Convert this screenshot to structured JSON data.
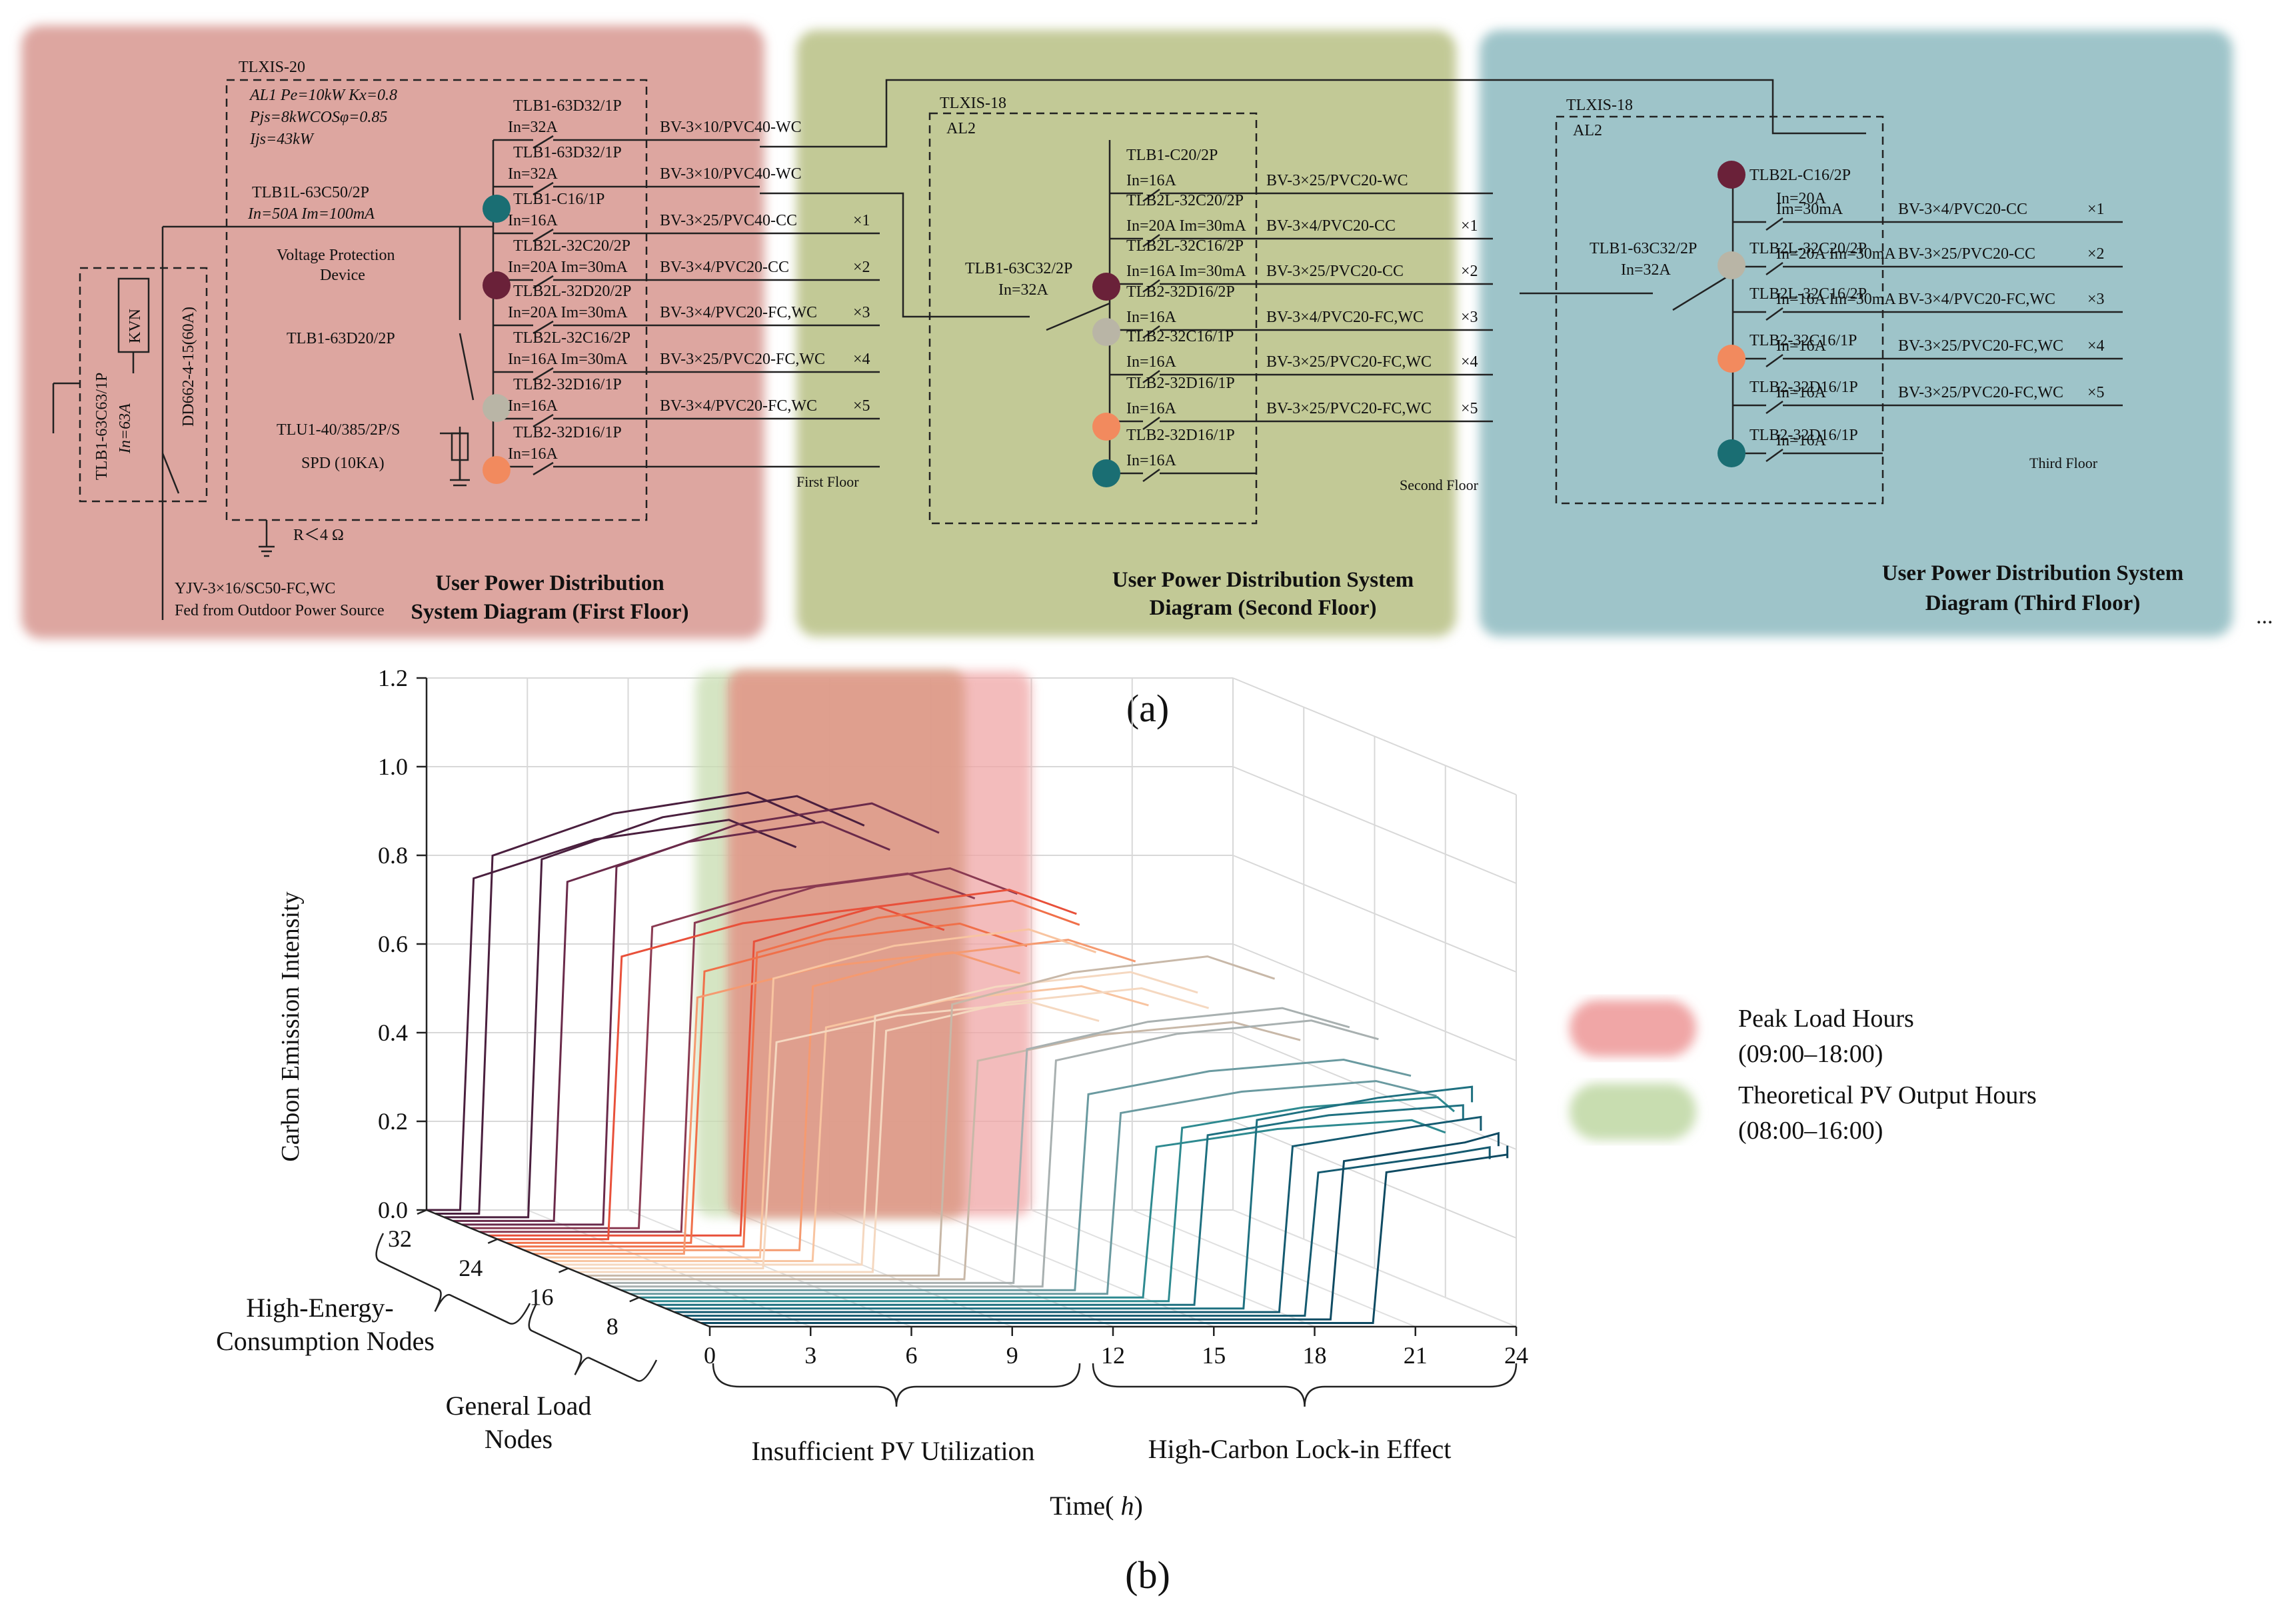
{
  "panel_a": {
    "label": "(a)",
    "ellipsis": "...",
    "colors": {
      "floor1": "#dda6a0",
      "floor2": "#c2c996",
      "floor3": "#9ec4c9"
    },
    "floor1": {
      "box_title": "TLXIS-20",
      "params": [
        "AL1 Pe=10kW Kx=0.8",
        "Pjs=8kWCOSφ=0.85",
        "Ijs=43kW"
      ],
      "main_breaker": "TLB1L-63C50/2P",
      "main_breaker_rating": "In=50A Im=100mA",
      "vpd": [
        "Voltage Protection",
        "Device"
      ],
      "isolator": [
        "TLB1-63C63/1P",
        "In=63A"
      ],
      "kvn": "KVN",
      "dd": "DD662-4-15(60A)",
      "b2063": "TLB1-63D20/2P",
      "spd_model": "TLU1-40/385/2P/S",
      "spd": "SPD (10KA)",
      "ground": "R＜4 Ω",
      "feed": [
        "YJV-3×16/SC50-FC,WC",
        "Fed from Outdoor Power Source"
      ],
      "circuits": [
        {
          "model": "TLB1-63D32/1P",
          "rating": "In=32A",
          "cable": "BV-3×10/PVC40-WC",
          "count": ""
        },
        {
          "model": "TLB1-63D32/1P",
          "rating": "In=32A",
          "cable": "BV-3×10/PVC40-WC",
          "count": ""
        },
        {
          "model": "TLB1-C16/1P",
          "rating": "In=16A",
          "cable": "BV-3×25/PVC40-CC",
          "count": "×1"
        },
        {
          "model": "TLB2L-32C20/2P",
          "rating": "In=20A Im=30mA",
          "cable": "BV-3×4/PVC20-CC",
          "count": "×2"
        },
        {
          "model": "TLB2L-32D20/2P",
          "rating": "In=20A Im=30mA",
          "cable": "BV-3×4/PVC20-FC,WC",
          "count": "×3"
        },
        {
          "model": "TLB2L-32C16/2P",
          "rating": "In=16A Im=30mA",
          "cable": "BV-3×25/PVC20-FC,WC",
          "count": "×4"
        },
        {
          "model": "TLB2-32D16/1P",
          "rating": "In=16A",
          "cable": "BV-3×4/PVC20-FC,WC",
          "count": "×5"
        },
        {
          "model": "TLB2-32D16/1P",
          "rating": "In=16A",
          "cable": "",
          "count": ""
        }
      ],
      "floor_label": "First Floor",
      "caption": [
        "User Power Distribution",
        "System Diagram (First Floor)"
      ]
    },
    "floor2": {
      "box_title": "TLXIS-18",
      "box_sub": "AL2",
      "main_breaker": "TLB1-63C32/2P",
      "main_rating": "In=32A",
      "circuits": [
        {
          "model": "TLB1-C20/2P",
          "rating": "In=16A",
          "cable": "BV-3×25/PVC20-WC",
          "count": ""
        },
        {
          "model": "TLB2L-32C20/2P",
          "rating": "In=20A Im=30mA",
          "cable": "BV-3×4/PVC20-CC",
          "count": "×1"
        },
        {
          "model": "TLB2L-32C16/2P",
          "rating": "In=16A Im=30mA",
          "cable": "BV-3×25/PVC20-CC",
          "count": "×2"
        },
        {
          "model": "TLB2-32D16/2P",
          "rating": "In=16A",
          "cable": "BV-3×4/PVC20-FC,WC",
          "count": "×3"
        },
        {
          "model": "TLB2-32C16/1P",
          "rating": "In=16A",
          "cable": "BV-3×25/PVC20-FC,WC",
          "count": "×4"
        },
        {
          "model": "TLB2-32D16/1P",
          "rating": "In=16A",
          "cable": "BV-3×25/PVC20-FC,WC",
          "count": "×5"
        },
        {
          "model": "TLB2-32D16/1P",
          "rating": "In=16A",
          "cable": "",
          "count": ""
        }
      ],
      "floor_label": "Second Floor",
      "caption": [
        "User Power Distribution System",
        "Diagram (Second Floor)"
      ]
    },
    "floor3": {
      "box_title": "TLXIS-18",
      "box_sub": "AL2",
      "main_breaker": "TLB1-63C32/2P",
      "main_rating": "In=32A",
      "circuits": [
        {
          "model": "TLB2L-C16/2P",
          "rating": "In=20A",
          "cable": "",
          "count": ""
        },
        {
          "model": "",
          "rating": "Im=30mA",
          "cable": "BV-3×4/PVC20-CC",
          "count": "×1"
        },
        {
          "model": "TLB2L-32C20/2P",
          "rating": "In=20A Im=30mA",
          "cable": "BV-3×25/PVC20-CC",
          "count": "×2"
        },
        {
          "model": "TLB2L-32C16/2P",
          "rating": "In=16A Im=30mA",
          "cable": "BV-3×4/PVC20-FC,WC",
          "count": "×3"
        },
        {
          "model": "TLB2-32C16/1P",
          "rating": "In=16A",
          "cable": "BV-3×25/PVC20-FC,WC",
          "count": "×4"
        },
        {
          "model": "TLB2-32D16/1P",
          "rating": "In=16A",
          "cable": "BV-3×25/PVC20-FC,WC",
          "count": "×5"
        },
        {
          "model": "TLB2-32D16/1P",
          "rating": "In=16A",
          "cable": "",
          "count": ""
        }
      ],
      "floor_label": "Third Floor",
      "caption": [
        "User Power Distribution System",
        "Diagram (Third Floor)"
      ]
    },
    "node_colors": [
      "#1a6e73",
      "#6a2139",
      "#b9b5a6",
      "#f28a5e"
    ]
  },
  "panel_b": {
    "label": "(b)",
    "chart_data": {
      "type": "line",
      "ylabel": "Carbon Emission Intensity",
      "xlabel": "Time(h)",
      "y_ticks": [
        "1.2",
        "1.0",
        "0.8",
        "0.6",
        "0.4",
        "0.2",
        "0.0"
      ],
      "x_ticks": [
        "0",
        "3",
        "6",
        "9",
        "12",
        "15",
        "18",
        "21",
        "24"
      ],
      "z_ticks": [
        "32",
        "24",
        "16",
        "8"
      ],
      "ylim": [
        0,
        1.2
      ],
      "xlim": [
        0,
        24
      ],
      "z_groups": [
        "High-Energy-Consumption Nodes",
        "General Load Nodes"
      ],
      "x_groups": [
        "Insufficient PV Utilization",
        "High-Carbon Lock-in Effect"
      ],
      "legend": [
        {
          "label": "Peak Load Hours",
          "sub": "(09:00–18:00)",
          "color": "#f0a6a6"
        },
        {
          "label": "Theoretical PV Output Hours",
          "sub": "(08:00–16:00)",
          "color": "#c8ddb0"
        }
      ],
      "palette": [
        "#4a1f3e",
        "#6a2a4a",
        "#8a3a52",
        "#e8503a",
        "#f0704a",
        "#f59a70",
        "#f8c4a0",
        "#f5d8c0",
        "#c8b8a8",
        "#a8b0b0",
        "#6a9aa0",
        "#2e8a90",
        "#1e7080",
        "#145a70",
        "#0e4a62"
      ],
      "series": [
        {
          "z": 32,
          "ramp": 1.0,
          "peak": 0.88
        },
        {
          "z": 31,
          "ramp": 1.3,
          "peak": 0.95
        },
        {
          "z": 30,
          "ramp": 2.5,
          "peak": 0.95
        },
        {
          "z": 29,
          "ramp": 3.0,
          "peak": 0.9
        },
        {
          "z": 28,
          "ramp": 4.2,
          "peak": 0.95
        },
        {
          "z": 27,
          "ramp": 5.0,
          "peak": 0.8
        },
        {
          "z": 26,
          "ramp": 6.0,
          "peak": 0.82
        },
        {
          "z": 25,
          "ramp": 7.5,
          "peak": 0.78
        },
        {
          "z": 24,
          "ramp": 3.3,
          "peak": 0.75
        },
        {
          "z": 23,
          "ramp": 5.5,
          "peak": 0.72
        },
        {
          "z": 22,
          "ramp": 6.8,
          "peak": 0.78
        },
        {
          "z": 21,
          "ramp": 8.2,
          "peak": 0.7
        },
        {
          "z": 20,
          "ramp": 4.5,
          "peak": 0.68
        },
        {
          "z": 19,
          "ramp": 6.5,
          "peak": 0.74
        },
        {
          "z": 18,
          "ramp": 7.8,
          "peak": 0.62
        },
        {
          "z": 17,
          "ramp": 9.0,
          "peak": 0.66
        },
        {
          "z": 16,
          "ramp": 5.8,
          "peak": 0.6
        },
        {
          "z": 15,
          "ramp": 8.8,
          "peak": 0.64
        },
        {
          "z": 14,
          "ramp": 10.5,
          "peak": 0.72
        },
        {
          "z": 13,
          "ramp": 11.0,
          "peak": 0.58
        },
        {
          "z": 12,
          "ramp": 12.2,
          "peak": 0.62
        },
        {
          "z": 11,
          "ramp": 12.8,
          "peak": 0.6
        },
        {
          "z": 10,
          "ramp": 13.5,
          "peak": 0.52
        },
        {
          "z": 9,
          "ramp": 14.2,
          "peak": 0.48
        },
        {
          "z": 8,
          "ramp": 15.0,
          "peak": 0.4
        },
        {
          "z": 7,
          "ramp": 15.5,
          "peak": 0.46
        },
        {
          "z": 6,
          "ramp": 16.0,
          "peak": 0.45
        },
        {
          "z": 5,
          "ramp": 17.2,
          "peak": 0.5
        },
        {
          "z": 4,
          "ramp": 18.0,
          "peak": 0.44
        },
        {
          "z": 3,
          "ramp": 18.5,
          "peak": 0.38
        },
        {
          "z": 2,
          "ramp": 19.0,
          "peak": 0.42
        },
        {
          "z": 1,
          "ramp": 20.0,
          "peak": 0.4
        }
      ]
    }
  }
}
